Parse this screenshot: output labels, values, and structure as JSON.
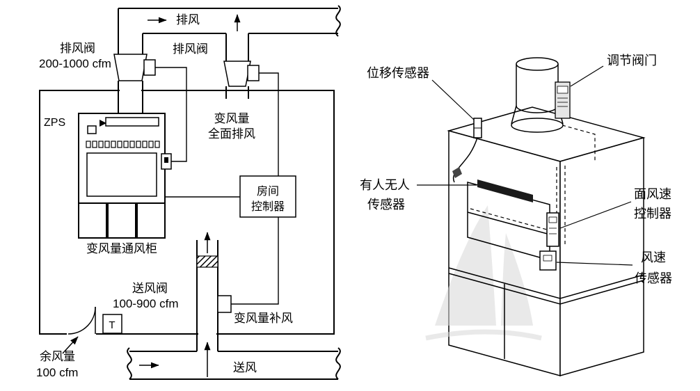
{
  "page": {
    "background": "#ffffff",
    "line_color": "#000000",
    "watermark_color": "#d8d8d8",
    "sensor_bar_color": "#1a1a1a"
  },
  "left_diagram": {
    "exhaust_air": "排风",
    "exhaust_valve_left": "排风阀",
    "exhaust_valve_left_cfm": "200-1000 cfm",
    "exhaust_valve_right": "排风阀",
    "vav_general_exhaust_1": "变风量",
    "vav_general_exhaust_2": "全面排风",
    "zps": "ZPS",
    "room_controller_1": "房间",
    "room_controller_2": "控制器",
    "vav_fume_hood": "变风量通风柜",
    "supply_valve": "送风阀",
    "supply_valve_cfm": "100-900 cfm",
    "vav_makeup_air": "变风量补风",
    "thermostat": "T",
    "residual_air_1": "余风量",
    "residual_air_2": "100 cfm",
    "supply_air": "送风"
  },
  "right_diagram": {
    "displacement_sensor": "位移传感器",
    "control_valve": "调节阀门",
    "occupancy_sensor_1": "有人无人",
    "occupancy_sensor_2": "传感器",
    "face_velocity_controller_1": "面风速",
    "face_velocity_controller_2": "控制器",
    "air_velocity_sensor_1": "风速",
    "air_velocity_sensor_2": "传感器"
  }
}
